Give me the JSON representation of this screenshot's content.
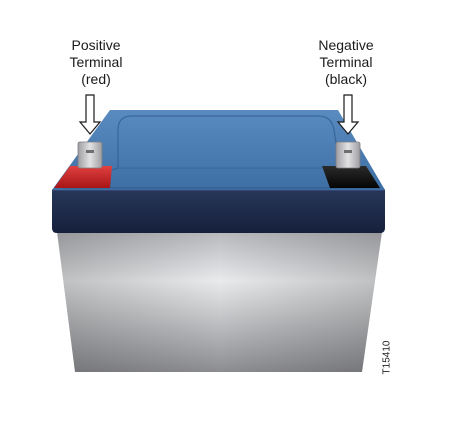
{
  "callouts": {
    "positive": {
      "line1": "Positive",
      "line2": "Terminal",
      "line3": "(red)"
    },
    "negative": {
      "line1": "Negative",
      "line2": "Terminal",
      "line3": "(black)"
    }
  },
  "figure_id": "T15410",
  "colors": {
    "lid_top": "#4a7bb0",
    "lid_band": "#1d2a4a",
    "body_light": "#e8e8ea",
    "body_dark": "#8d8e92",
    "terminal_positive": "#c82020",
    "terminal_negative": "#111111",
    "terminal_tab": "#c9c9c9"
  },
  "icons": {
    "arrow": "down-arrow-icon"
  }
}
